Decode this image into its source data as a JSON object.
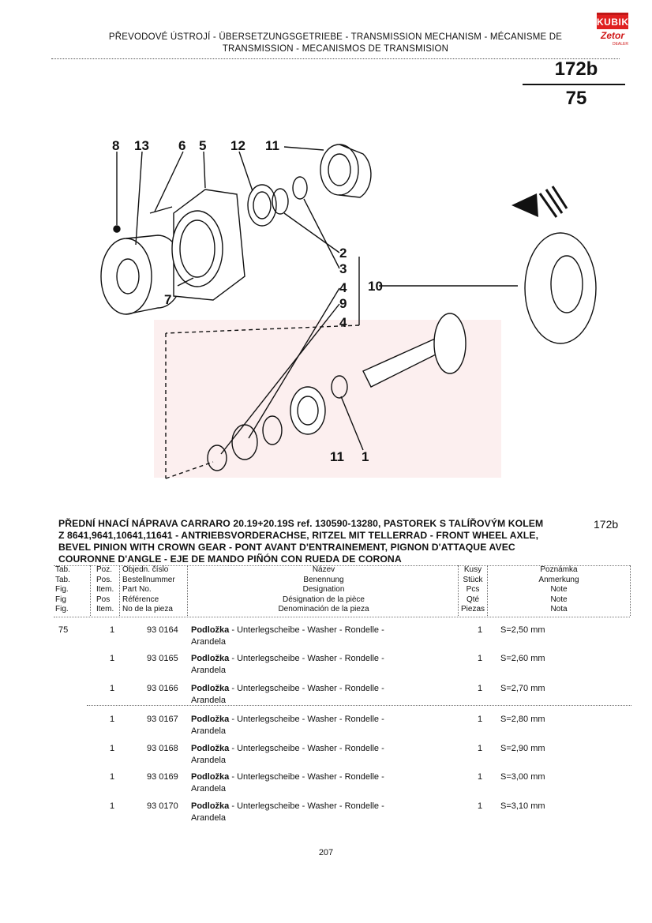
{
  "header": {
    "line1": "PŘEVODOVÉ ÚSTROJÍ - ÜBERSETZUNGSGETRIEBE - TRANSMISSION MECHANISM - MÉCANISME DE",
    "line2": "TRANSMISSION - MECANISMOS DE TRANSMISION"
  },
  "logo": {
    "brand": "KUBIK",
    "sub": "Zetor",
    "tag": "DEALER"
  },
  "page_ref": {
    "top": "172b",
    "bottom": "75"
  },
  "diagram": {
    "labels": [
      "8",
      "13",
      "6",
      "5",
      "12",
      "11",
      "2",
      "3",
      "4",
      "10",
      "9",
      "4",
      "7",
      "11",
      "1"
    ]
  },
  "section": {
    "title_lines": [
      "PŘEDNÍ HNACÍ NÁPRAVA CARRARO 20.19+20.19S ref. 130590-13280, PASTOREK S TALÍŘOVÝM KOLEM",
      "Z 8641,9641,10641,11641 - ANTRIEBSVORDERACHSE, RITZEL MIT TELLERRAD - FRONT WHEEL AXLE,",
      "BEVEL PINION WITH CROWN GEAR - PONT AVANT D'ENTRAINEMENT, PIGNON D'ATTAQUE AVEC",
      "COURONNE D'ANGLE - EJE DE MANDO PIÑÓN CON RUEDA DE CORONA"
    ],
    "ref": "172b"
  },
  "columns": {
    "tab": [
      "Tab.",
      "Tab.",
      "Fig.",
      "Fig",
      "Fig."
    ],
    "poz": [
      "Poz.",
      "Pos.",
      "Item.",
      "Pos",
      "Item."
    ],
    "objed": [
      "Objedn. číslo",
      "Bestellnummer",
      "Part No.",
      "Référence",
      "No de la pieza"
    ],
    "nazev": [
      "Název",
      "Benennung",
      "Designation",
      "Désignation de la pièce",
      "Denominación de la pieza"
    ],
    "kusy": [
      "Kusy",
      "Stück",
      "Pcs",
      "Qté",
      "Piezas"
    ],
    "pozn": [
      "Poznámka",
      "Anmerkung",
      "Note",
      "Note",
      "Nota"
    ]
  },
  "rows": [
    {
      "tab": "75",
      "poz": "1",
      "part": "93 0164",
      "name": "Podložka",
      "desc": " - Unterlegscheibe - Washer - Rondelle -",
      "desc2": "Arandela",
      "qty": "1",
      "note": "S=2,50 mm"
    },
    {
      "tab": "",
      "poz": "1",
      "part": "93 0165",
      "name": "Podložka",
      "desc": " - Unterlegscheibe - Washer - Rondelle -",
      "desc2": "Arandela",
      "qty": "1",
      "note": "S=2,60 mm"
    },
    {
      "tab": "",
      "poz": "1",
      "part": "93 0166",
      "name": "Podložka",
      "desc": " - Unterlegscheibe - Washer - Rondelle -",
      "desc2": "Arandela",
      "qty": "1",
      "note": "S=2,70 mm"
    },
    {
      "tab": "",
      "poz": "1",
      "part": "93 0167",
      "name": "Podložka",
      "desc": " - Unterlegscheibe - Washer - Rondelle -",
      "desc2": "Arandela",
      "qty": "1",
      "note": "S=2,80 mm"
    },
    {
      "tab": "",
      "poz": "1",
      "part": "93 0168",
      "name": "Podložka",
      "desc": " - Unterlegscheibe - Washer - Rondelle -",
      "desc2": "Arandela",
      "qty": "1",
      "note": "S=2,90 mm"
    },
    {
      "tab": "",
      "poz": "1",
      "part": "93 0169",
      "name": "Podložka",
      "desc": " - Unterlegscheibe - Washer - Rondelle -",
      "desc2": "Arandela",
      "qty": "1",
      "note": "S=3,00 mm"
    },
    {
      "tab": "",
      "poz": "1",
      "part": "93 0170",
      "name": "Podložka",
      "desc": " - Unterlegscheibe - Washer - Rondelle -",
      "desc2": "Arandela",
      "qty": "1",
      "note": "S=3,10 mm"
    }
  ],
  "footer": {
    "page_number": "207"
  }
}
